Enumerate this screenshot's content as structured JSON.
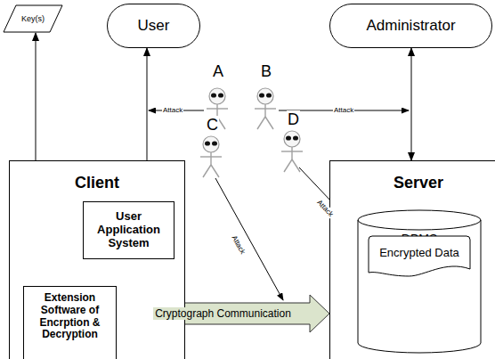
{
  "diagram": {
    "nodes": [
      {
        "text": [
          "Key(s)"
        ]
      },
      {
        "text": [
          "User"
        ]
      },
      {
        "text": [
          "Administrator"
        ]
      },
      {
        "text": [
          "Client"
        ]
      },
      {
        "text": [
          "User Application System"
        ],
        "in": 3
      },
      {
        "text": [
          "Extension Software of Encrption & Decryption"
        ],
        "in": 3
      },
      {
        "text": [
          "Server"
        ]
      },
      {
        "text": [
          "DBMS"
        ],
        "in": 6
      },
      {
        "text": [
          "Encrypted Data"
        ],
        "in": 7
      }
    ],
    "edges": [
      {
        "from": 1,
        "to": 4,
        "arrow": "both"
      },
      {
        "from": 2,
        "to": 6,
        "arrow": "both"
      },
      {
        "from": 0,
        "to": 5,
        "arrow": "both"
      },
      {
        "from": 5,
        "to": 4,
        "arrow": "both"
      },
      {
        "from": 5,
        "to": 6,
        "label": "Cryptograph Communication",
        "arrow": "both"
      }
    ],
    "labels": [
      "A",
      "Attack",
      "B",
      "Attack",
      "C",
      "Attack",
      "D",
      "Attack"
    ]
  }
}
